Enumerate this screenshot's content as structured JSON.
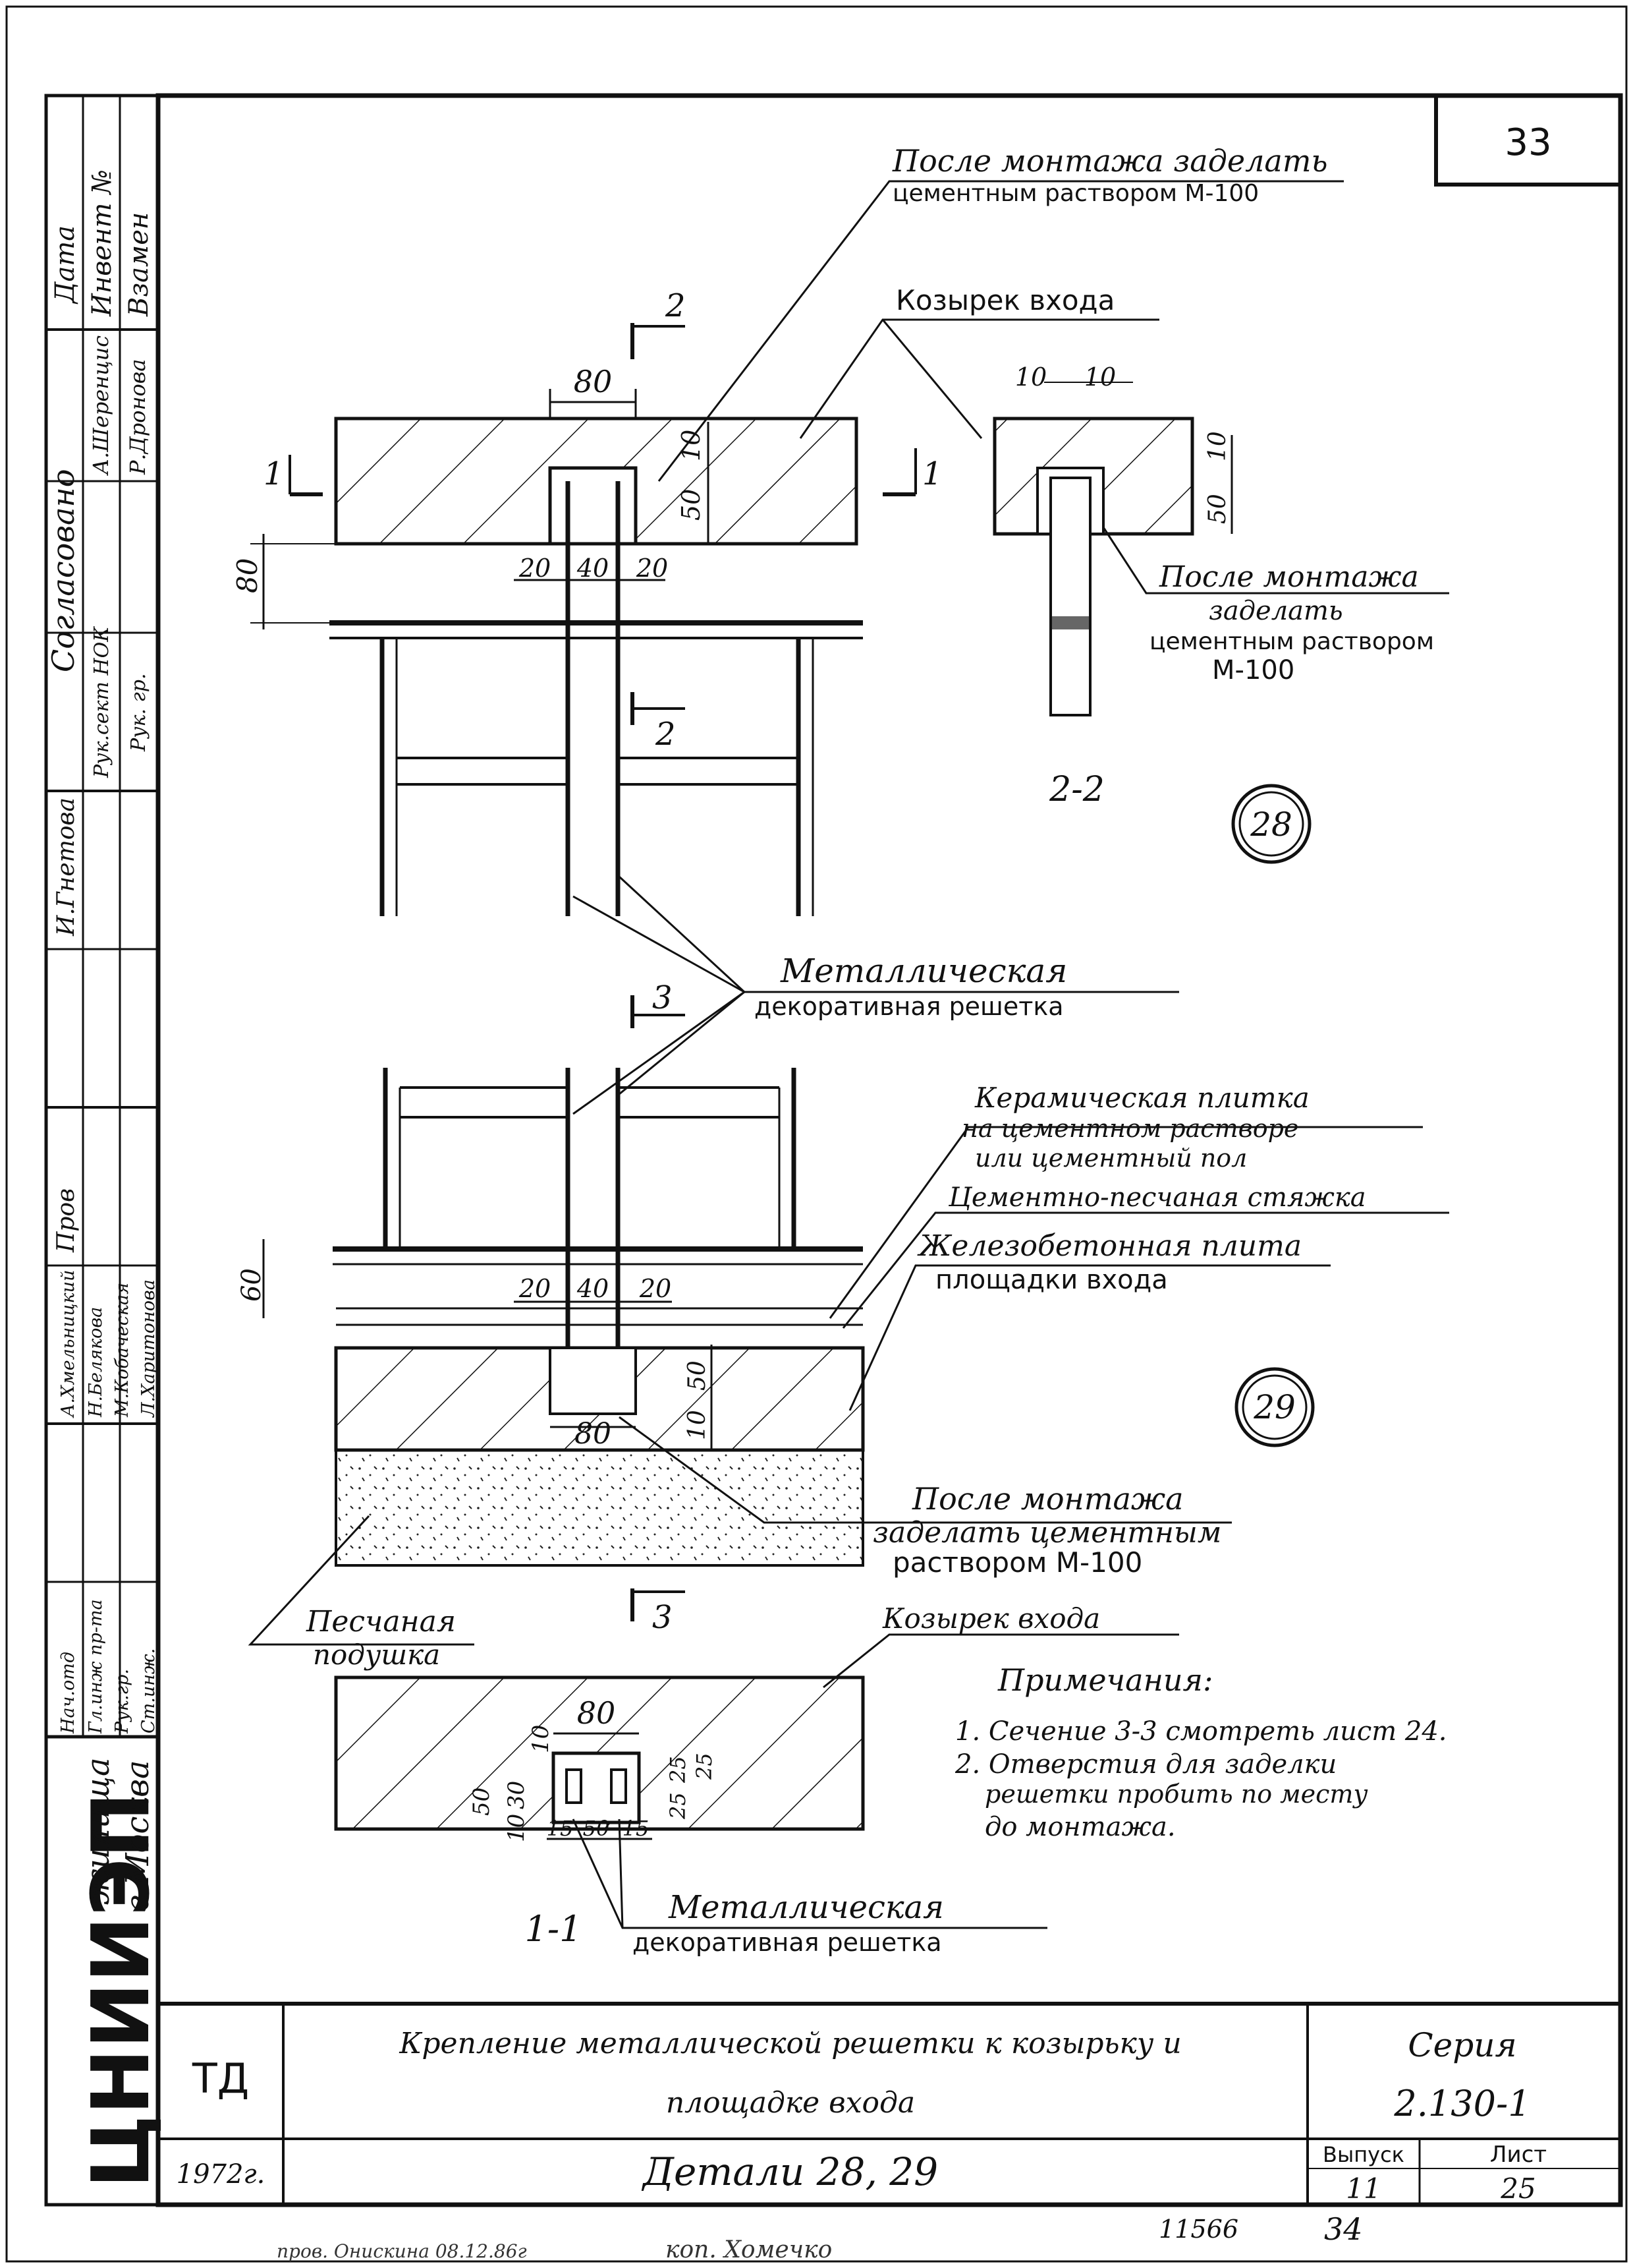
{
  "sheet": {
    "page_number": "33",
    "bottom_number": "34",
    "archive_number": "11566"
  },
  "side_stamp": {
    "date": "Дата",
    "inv": "Инвент №",
    "replaced": "Взамен",
    "agreed": "Согласовано",
    "agreed_names": [
      "А.Шеренцис",
      "Р.Дронова"
    ],
    "sector_head": "Рук.сект НОК",
    "group_head": "Рук. гр.",
    "gnetova": "И.Гнетова",
    "checked": "Пров",
    "names": [
      "А.Хмельницкий",
      "Н.Белякова",
      "М.Кобаческая",
      "Л.Харитонова"
    ],
    "roles": [
      "Нач.отд",
      "Гл.инж пр-та",
      "Рук.гр.",
      "Ст.инж."
    ],
    "org": "ЦНИИЭП",
    "org_sub": "жилища",
    "city": "г Москва"
  },
  "detail28": {
    "callout_top_1": "После монтажа заделать",
    "callout_top_2": "цементным раствором М-100",
    "canopy": "Козырек входа",
    "dim_80": "80",
    "dim_20a": "20",
    "dim_40": "40",
    "dim_20b": "20",
    "dim_50": "50",
    "dim_10": "10",
    "dim_side_80": "80",
    "section_2_top": "2",
    "section_2_bottom": "2",
    "section_1_left": "1",
    "section_1_right": "1",
    "badge": "28"
  },
  "section22": {
    "dim_10a": "10",
    "dim_10b": "10",
    "dim_10c": "10",
    "dim_50": "50",
    "callout_1": "После монтажа",
    "callout_2": "заделать",
    "callout_3": "цементным раствором",
    "callout_4": "М-100",
    "label": "2-2"
  },
  "grille_label": {
    "line1": "Металлическая",
    "line2": "декоративная решетка"
  },
  "detail29": {
    "section_3_top": "3",
    "section_3_bottom": "3",
    "ceramic_1": "Керамическая плитка",
    "ceramic_2": "на цементном растворе",
    "ceramic_3": "или цементный пол",
    "screed": "Цементно-песчаная стяжка",
    "slab_1": "Железобетонная плита",
    "slab_2": "площадки входа",
    "dim_60": "60",
    "dim_20a": "20",
    "dim_40": "40",
    "dim_20b": "20",
    "dim_50": "50",
    "dim_10": "10",
    "dim_80": "80",
    "after_1": "После монтажа",
    "after_2": "заделать цементным",
    "after_3": "раствором М-100",
    "sand_1": "Песчаная",
    "sand_2": "подушка",
    "badge": "29"
  },
  "section11": {
    "canopy": "Козырек входа",
    "dim_80": "80",
    "dim_10a": "10",
    "dim_30": "30",
    "dim_50": "50",
    "dim_10b": "10",
    "dim_25a": "25",
    "dim_25b": "25",
    "dim_25c": "25",
    "dim_15a": "15",
    "dim_50b": "50",
    "dim_15b": "15",
    "label": "1-1",
    "grille_1": "Металлическая",
    "grille_2": "декоративная решетка"
  },
  "notes": {
    "title": "Примечания:",
    "n1": "1. Сечение 3-3 смотреть лист 24.",
    "n2a": "2. Отверстия для заделки",
    "n2b": "решетки пробить по месту",
    "n2c": "до монтажа."
  },
  "title_block": {
    "td": "ТД",
    "year": "1972г.",
    "title_1": "Крепление металлической решетки к козырьку и",
    "title_2": "площадке входа",
    "title_3": "Детали 28, 29",
    "series_label": "Серия",
    "series_value": "2.130-1",
    "issue_label": "Выпуск",
    "issue_value": "11",
    "sheet_label": "Лист",
    "sheet_value": "25"
  },
  "handwritten": {
    "checked": "пров. Онискина 08.12.86г",
    "copy": "коп. Хомечко"
  }
}
